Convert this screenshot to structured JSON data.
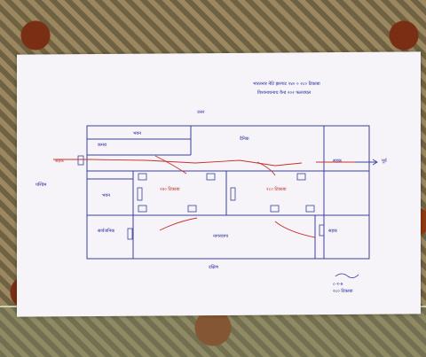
{
  "header": {
    "line1": "भारतनार नेटि झरगाट २४० ० २८० टिकाबा",
    "line2": "विश्वनाथनाथ वैन्ड २०२ फलरायल"
  },
  "plan": {
    "north": "उत्तर",
    "south": "दक्षिण",
    "west": "पश्चिम",
    "east": "पूर्व",
    "top_left_room": "भवन",
    "top_left_sub": "कमरा",
    "top_center_room": "दैनिक",
    "top_right_room": "",
    "left_room": "भवन",
    "center_left_room": "२४० टिकाबा",
    "center_right_room": "२८० टिकाबा",
    "lower_left_room": "सार्वजनिक",
    "lower_center_room": "नागरवागा",
    "lower_right_room": "सड़क",
    "road_left": "सड़क",
    "road_right": "सड़क"
  },
  "signature": {
    "line1": "८-१-७",
    "line2": "२८० टिकाबा"
  },
  "colors": {
    "ink_blue": "#2b2f9a",
    "ink_red": "#c4322d",
    "paper": "#f6f4f8"
  }
}
